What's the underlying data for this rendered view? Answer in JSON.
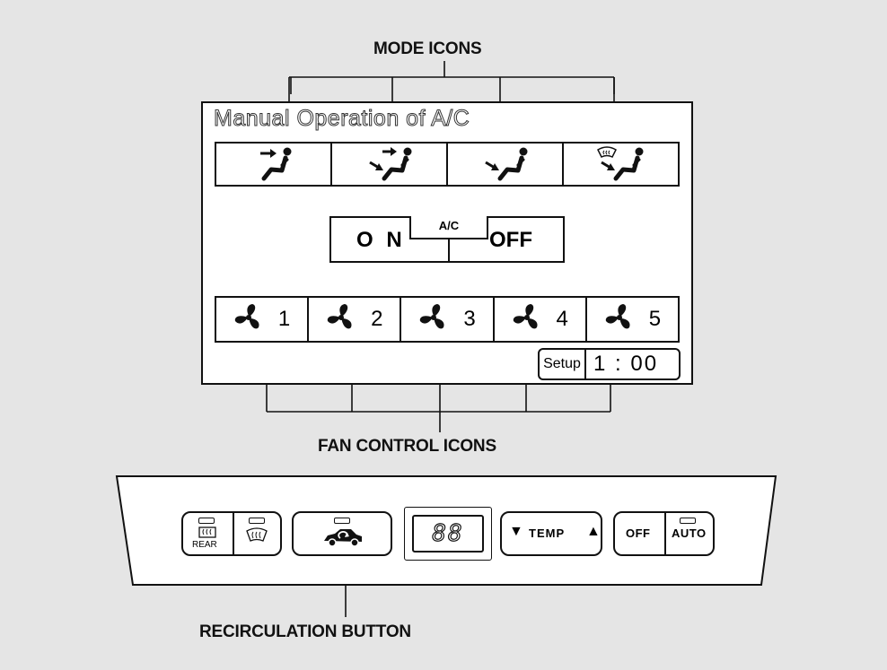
{
  "callouts": {
    "mode_icons": "MODE ICONS",
    "fan_control_icons": "FAN CONTROL ICONS",
    "recirculation_button": "RECIRCULATION BUTTON"
  },
  "screen": {
    "title": "Manual Operation of A/C",
    "mode_icons": [
      {
        "icon": "vent-mode-icon"
      },
      {
        "icon": "bi-level-mode-icon"
      },
      {
        "icon": "floor-mode-icon"
      },
      {
        "icon": "floor-defrost-mode-icon"
      }
    ],
    "ac": {
      "tab_label": "A/C",
      "on_label": "O N",
      "off_label": "OFF"
    },
    "fans": [
      {
        "icon": "fan-icon",
        "level": "1"
      },
      {
        "icon": "fan-icon",
        "level": "2"
      },
      {
        "icon": "fan-icon",
        "level": "3"
      },
      {
        "icon": "fan-icon",
        "level": "4"
      },
      {
        "icon": "fan-icon",
        "level": "5"
      }
    ],
    "setup_label": "Setup",
    "clock": "1 : 00"
  },
  "panel": {
    "rear_defrost_label": "REAR",
    "display_readout": "88",
    "temp_label": "TEMP",
    "temp_down": "▼",
    "temp_up": "▲",
    "off_label": "OFF",
    "auto_label": "AUTO"
  }
}
